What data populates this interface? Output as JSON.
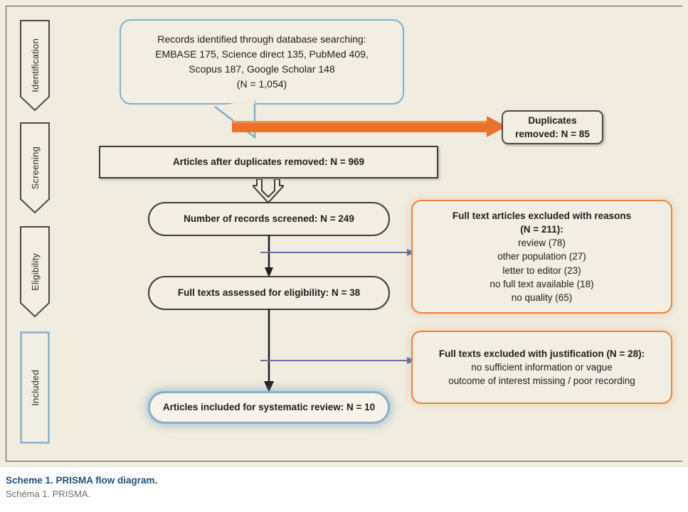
{
  "figure": {
    "background_color": "#f0ece0",
    "accent_orange": "#e8833c",
    "accent_blue": "#7fb0cc",
    "connector_blue": "#6a6fa0",
    "caption_color": "#1f4e79"
  },
  "stages": [
    {
      "label": "Identification",
      "shape": "down-arrow"
    },
    {
      "label": "Screening",
      "shape": "down-arrow"
    },
    {
      "label": "Eligibility",
      "shape": "down-arrow"
    },
    {
      "label": "Included",
      "shape": "rectangle"
    }
  ],
  "nodes": {
    "records_identified": {
      "lines": [
        "Records identified through database searching:",
        "EMBASE 175, Science direct 135, PubMed 409,",
        "Scopus 187, Google Scholar 148",
        "(N = 1,054)"
      ]
    },
    "duplicates_removed": {
      "lines": [
        "Duplicates",
        "removed: N = 85"
      ]
    },
    "articles_after_duplicates": {
      "text": "Articles after duplicates removed: N = 969"
    },
    "records_screened": {
      "text": "Number of records screened: N = 249"
    },
    "full_texts_assessed": {
      "text": "Full texts assessed for eligibility: N = 38"
    },
    "excluded_with_reasons": {
      "bold_lines": [
        "Full text articles excluded with reasons",
        "(N = 211):"
      ],
      "reasons": [
        "review (78)",
        "other population (27)",
        "letter to editor (23)",
        "no full text available (18)",
        "no quality (65)"
      ]
    },
    "excluded_with_justification": {
      "bold_lines": [
        "Full texts excluded with justification (N = 28):"
      ],
      "reasons": [
        "no sufficient information or vague",
        "outcome of interest missing / poor recording"
      ]
    },
    "articles_included": {
      "text": "Articles included for systematic review: N = 10"
    }
  },
  "caption": {
    "title": "Scheme 1. PRISMA flow diagram.",
    "subtitle": "Schéma 1. PRISMA."
  },
  "flow_data": {
    "type": "diagram",
    "identified_total": 1054,
    "sources": [
      {
        "name": "EMBASE",
        "count": 175
      },
      {
        "name": "Science direct",
        "count": 135
      },
      {
        "name": "PubMed",
        "count": 409
      },
      {
        "name": "Scopus",
        "count": 187
      },
      {
        "name": "Google Scholar",
        "count": 148
      }
    ],
    "duplicates_removed": 85,
    "after_duplicates": 969,
    "records_screened": 249,
    "full_text_excluded_total": 211,
    "full_text_exclusion_reasons": [
      {
        "reason": "review",
        "count": 78
      },
      {
        "reason": "other population",
        "count": 27
      },
      {
        "reason": "letter to editor",
        "count": 23
      },
      {
        "reason": "no full text available",
        "count": 18
      },
      {
        "reason": "no quality",
        "count": 65
      }
    ],
    "full_texts_assessed": 38,
    "excluded_with_justification_total": 28,
    "justification_reasons": [
      "no sufficient information or vague",
      "outcome of interest missing / poor recording"
    ],
    "included_final": 10
  }
}
